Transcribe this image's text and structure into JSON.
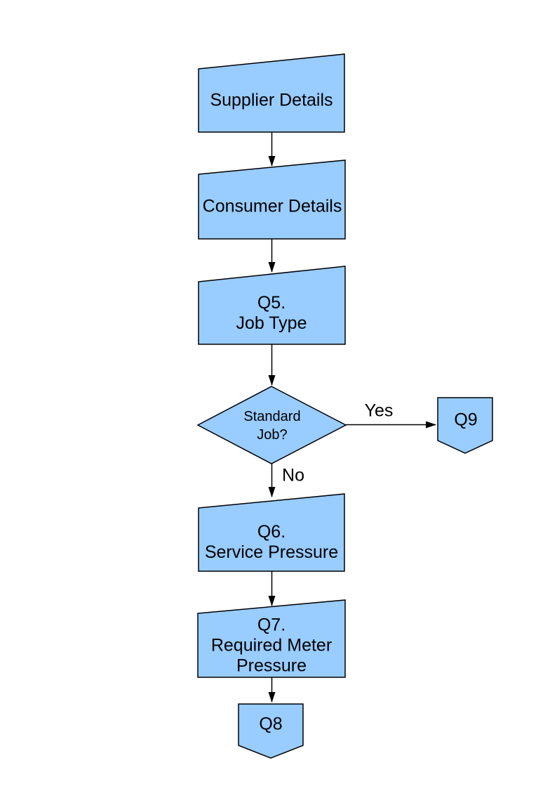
{
  "diagram": {
    "type": "flowchart",
    "background_color": "#ffffff",
    "node_fill_color": "#99CCFF",
    "node_border_color": "#000000",
    "connector_color": "#000000",
    "nodes": [
      {
        "id": "supplier-details",
        "shape": "manual-input-box",
        "label": "Supplier Details"
      },
      {
        "id": "consumer-details",
        "shape": "manual-input-box",
        "label": "Consumer Details"
      },
      {
        "id": "q5-job-type",
        "shape": "manual-input-box",
        "label": "Q5.\nJob Type"
      },
      {
        "id": "standard-job-decision",
        "shape": "decision-diamond",
        "label": "Standard\nJob?"
      },
      {
        "id": "q9-connector",
        "shape": "offpage-connector",
        "label": "Q9"
      },
      {
        "id": "q6-service-pressure",
        "shape": "manual-input-box",
        "label": "Q6.\nService Pressure"
      },
      {
        "id": "q7-required-meter-pressure",
        "shape": "manual-input-box",
        "label": "Q7.\nRequired Meter\nPressure"
      },
      {
        "id": "q8-connector",
        "shape": "offpage-connector",
        "label": "Q8"
      }
    ],
    "edges": [
      {
        "from": "supplier-details",
        "to": "consumer-details",
        "label": ""
      },
      {
        "from": "consumer-details",
        "to": "q5-job-type",
        "label": ""
      },
      {
        "from": "q5-job-type",
        "to": "standard-job-decision",
        "label": ""
      },
      {
        "from": "standard-job-decision",
        "to": "q9-connector",
        "label": "Yes"
      },
      {
        "from": "standard-job-decision",
        "to": "q6-service-pressure",
        "label": "No"
      },
      {
        "from": "q6-service-pressure",
        "to": "q7-required-meter-pressure",
        "label": ""
      },
      {
        "from": "q7-required-meter-pressure",
        "to": "q8-connector",
        "label": ""
      }
    ],
    "edge_labels": {
      "yes": "Yes",
      "no": "No"
    }
  }
}
